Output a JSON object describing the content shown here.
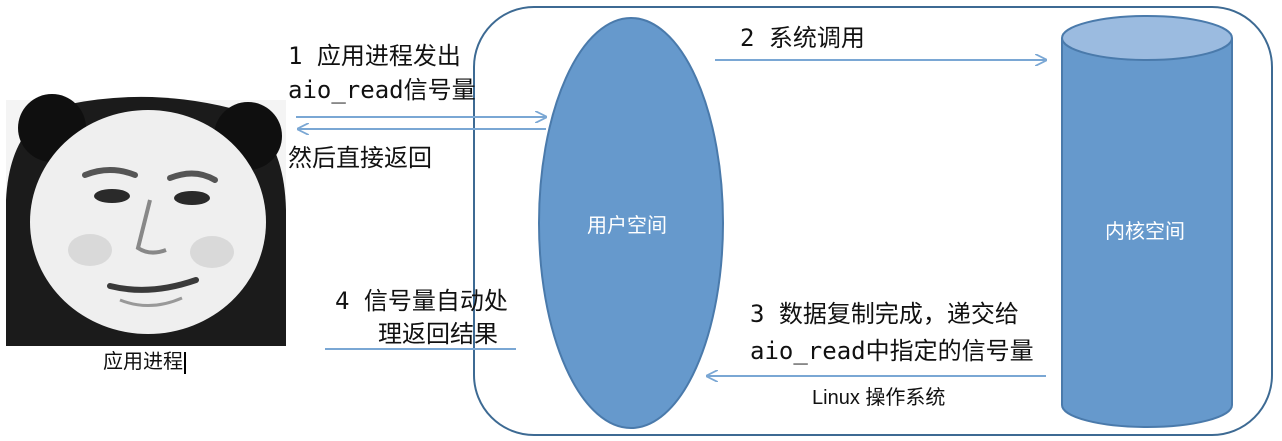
{
  "labels": {
    "step1_line1": "1 应用进程发出",
    "step1_line2": "aio_read信号量",
    "step1_line3": "然后直接返回",
    "step2": "2 系统调用",
    "step3_line1": "3 数据复制完成，递交给",
    "step3_line2": "aio_read中指定的信号量",
    "step4_line1": "4 信号量自动处",
    "step4_line2": "理返回结果",
    "user_space": "用户空间",
    "kernel_space": "内核空间",
    "os_label": "Linux 操作系统",
    "app_process": "应用进程"
  },
  "colors": {
    "shape_fill": "#6699cc",
    "shape_stroke": "#4a7aab",
    "cylinder_top": "#9bbbe0",
    "arrow": "#7aa7d4",
    "os_border": "#3d6a93"
  },
  "icons": {
    "app_process_image": "panda-face-meme-icon"
  }
}
